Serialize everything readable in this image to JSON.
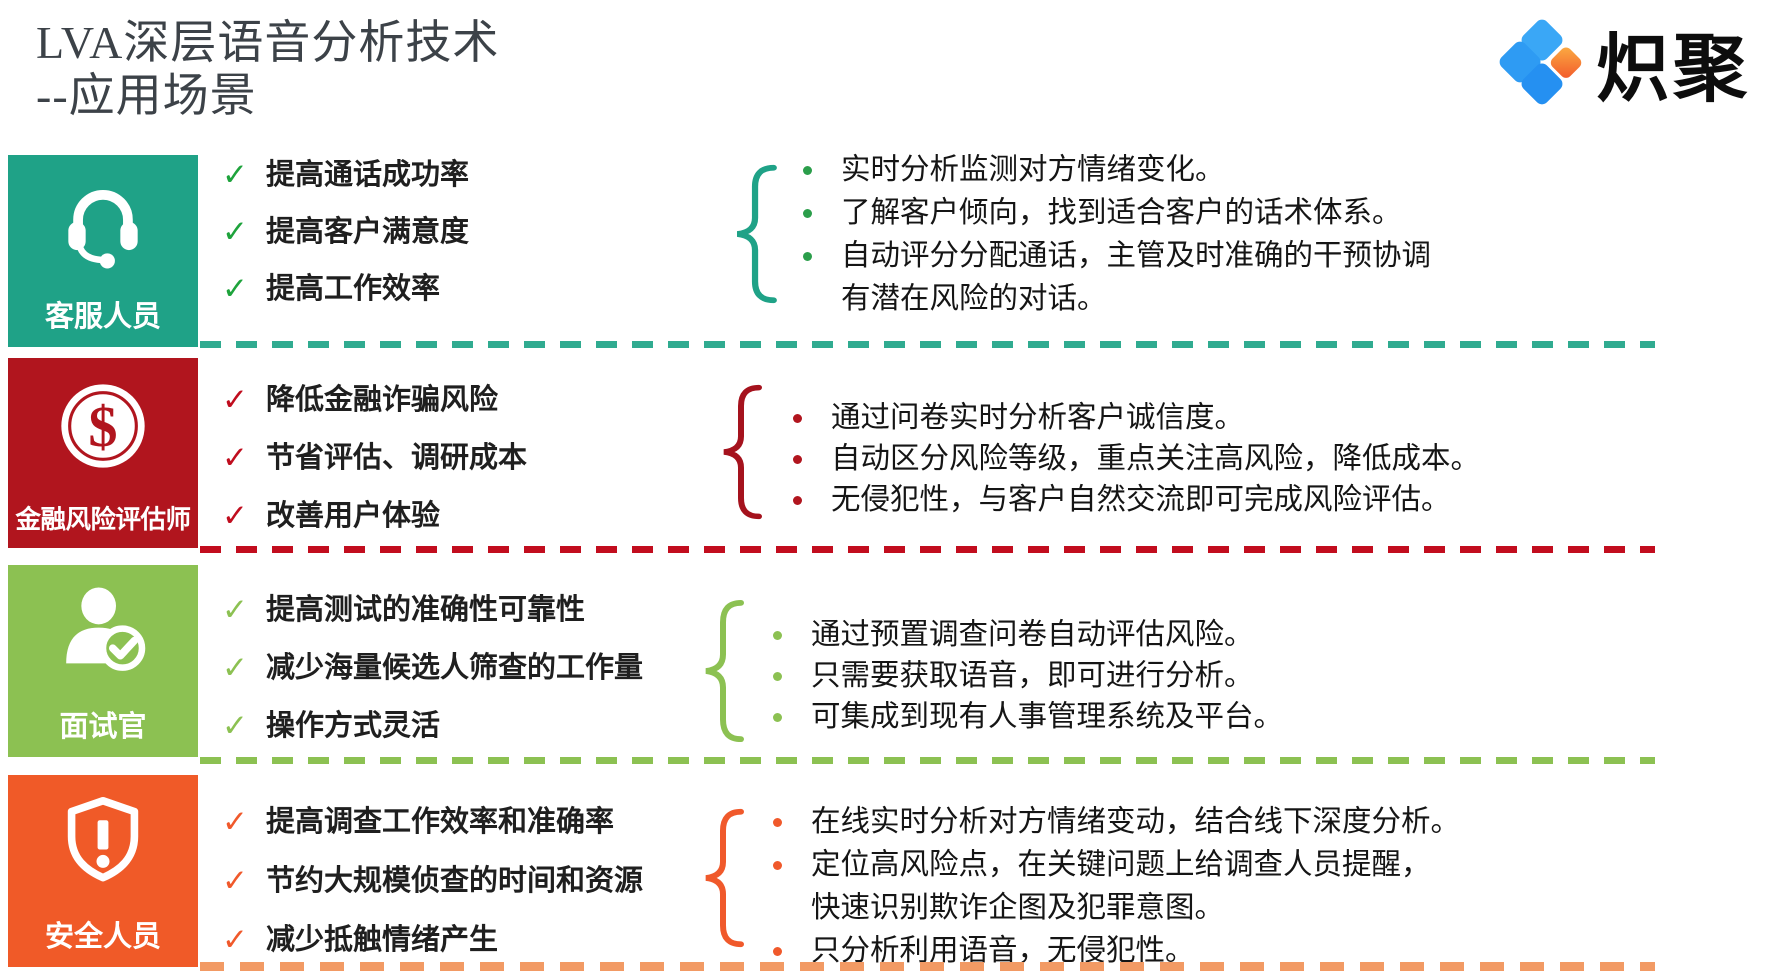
{
  "title": {
    "line1": "LVA深层语音分析技术",
    "line2": "--应用场景"
  },
  "logo": {
    "text": "炽聚",
    "colors": {
      "blue_top": "#3AA7F6",
      "blue_left": "#2E9BF3",
      "blue_bottom": "#2590F1",
      "orange_light": "#FBAE43",
      "orange_deep": "#F2572A"
    }
  },
  "glyphs": {
    "check": "✓"
  },
  "rows": [
    {
      "role": "客服人员",
      "icon": "headset-icon",
      "colors": {
        "box": "#1FA287",
        "check": "#1EA33C",
        "bullet": "#2B9E4B",
        "brace": "#1FA287",
        "dash": "#30AB90"
      },
      "checks": [
        "提高通话成功率",
        "提高客户满意度",
        "提高工作效率"
      ],
      "bullets": [
        "实时分析监测对方情绪变化。",
        "了解客户倾向，找到适合客户的话术体系。",
        "自动评分分配通话，主管及时准确的干预协调\n有潜在风险的对话。"
      ]
    },
    {
      "role": "金融风险评估师",
      "icon": "dollar-coin-icon",
      "colors": {
        "box": "#B1151E",
        "check": "#C00D1E",
        "bullet": "#B1151E",
        "brace": "#A5121D",
        "dash": "#C20D1E"
      },
      "checks": [
        "降低金融诈骗风险",
        "节省评估、调研成本",
        "改善用户体验"
      ],
      "bullets": [
        "通过问卷实时分析客户诚信度。",
        "自动区分风险等级，重点关注高风险，降低成本。",
        "无侵犯性，与客户自然交流即可完成风险评估。"
      ]
    },
    {
      "role": "面试官",
      "icon": "person-check-icon",
      "colors": {
        "box": "#8CC152",
        "check": "#8CC152",
        "bullet": "#8CC152",
        "brace": "#8CC152",
        "dash": "#8CC152"
      },
      "checks": [
        "提高测试的准确性可靠性",
        "减少海量候选人筛查的工作量",
        "操作方式灵活"
      ],
      "bullets": [
        "通过预置调查问卷自动评估风险。",
        "只需要获取语音，即可进行分析。",
        "可集成到现有人事管理系统及平台。"
      ]
    },
    {
      "role": "安全人员",
      "icon": "shield-alert-icon",
      "colors": {
        "box": "#F05A28",
        "check": "#F0592B",
        "bullet": "#F0592B",
        "brace": "#F0592B",
        "dash": "#F29A64"
      },
      "checks": [
        "提高调查工作效率和准确率",
        "节约大规模侦查的时间和资源",
        "减少抵触情绪产生"
      ],
      "bullets": [
        "在线实时分析对方情绪变动，结合线下深度分析。",
        "定位高风险点，在关键问题上给调查人员提醒，\n快速识别欺诈企图及犯罪意图。",
        "只分析利用语音，无侵犯性。"
      ]
    }
  ]
}
